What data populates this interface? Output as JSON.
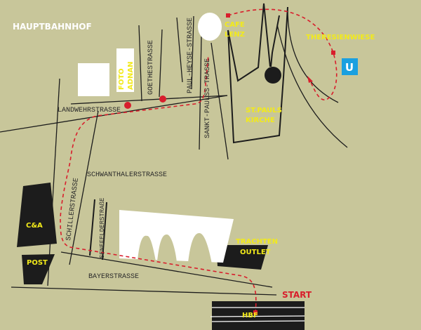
{
  "title": "HAUPTBAHNHOF",
  "streets": {
    "landwehr": "LANDWEHRSTRASSE",
    "goethe": "GOETHESTRASSE",
    "paul_heyse": "PAUL-HEYSE-STRASSE",
    "sankt_pauls": "SANKT-PAULSS-TRASSE",
    "schwanthaler": "SCHWANTHALERSTRASSE",
    "schiller": "SCHILLERSTRASSE",
    "senefelder": "SENEFELDERSTRAßE",
    "bayer": "BAYERSTRASSE"
  },
  "places": {
    "foto_1": "FOTO",
    "foto_2": "ADNAN",
    "cafe_1": "CAFE",
    "cafe_2": "LENZ",
    "theresienwiese": "THERESIENWIESE",
    "u_bahn": "U",
    "kirche_1": "ST.PAULS",
    "kirche_2": "KIRCHE",
    "ca": "C&A",
    "post": "POST",
    "trachten_1": "TRACHTEN",
    "trachten_2": "OUTLET",
    "hbf": "HBF",
    "start": "START"
  },
  "colors": {
    "background": "#c8c69a",
    "route": "#d81e2c",
    "poi_label": "#f2ea1a",
    "ubahn": "#1aa0e0"
  }
}
